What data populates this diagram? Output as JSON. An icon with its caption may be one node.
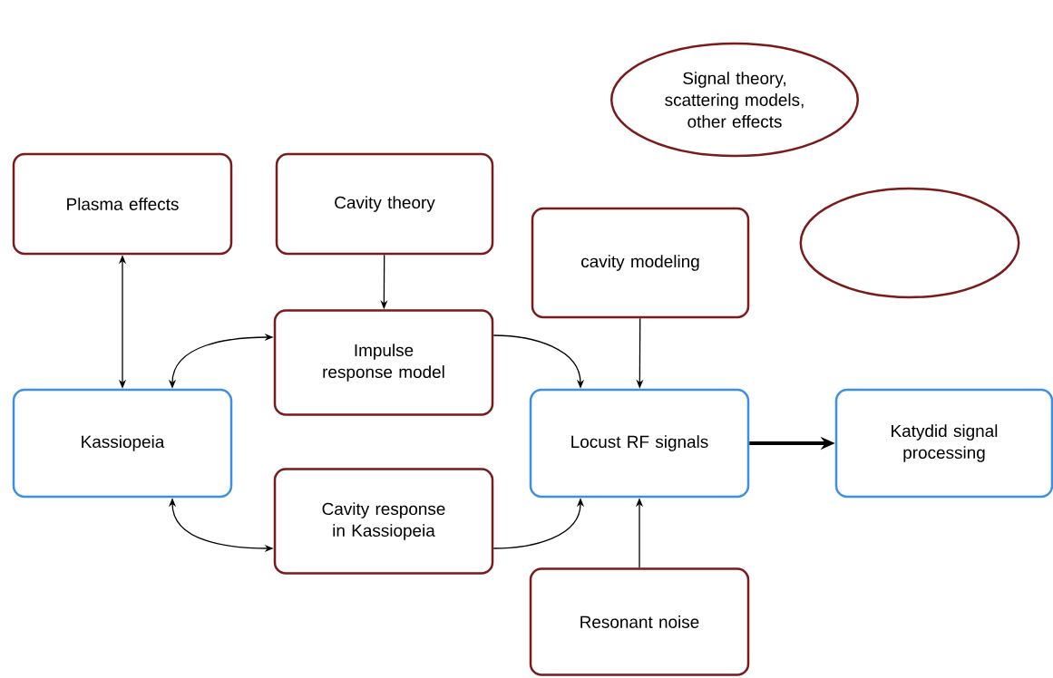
{
  "diagram": {
    "nodes": [
      {
        "text": [
          "Signal theory, scattering models, other effects"
        ]
      },
      {
        "text": [
          "Plasma effects"
        ]
      },
      {
        "text": [
          "Cavity theory"
        ]
      },
      {
        "text": [
          "cavity modeling"
        ]
      },
      {
        "text": [],
        "shape": "ellipse"
      },
      {
        "text": [
          "Impulse response model"
        ]
      },
      {
        "text": [
          "Kassiopeia"
        ]
      },
      {
        "text": [
          "Locust RF signals"
        ]
      },
      {
        "text": [
          "Katydid signal processing"
        ]
      },
      {
        "text": [
          "Cavity response in Kassiopeia"
        ]
      },
      {
        "text": [
          "Resonant noise"
        ]
      }
    ],
    "edges": [
      {
        "from": 1,
        "to": 6,
        "arrow": "both"
      },
      {
        "from": 2,
        "to": 5,
        "arrow": "to"
      },
      {
        "from": 3,
        "to": 7,
        "arrow": "to"
      },
      {
        "from": 6,
        "to": 5,
        "arrow": "both"
      },
      {
        "from": 5,
        "to": 7,
        "arrow": "to"
      },
      {
        "from": 6,
        "to": 9,
        "arrow": "both"
      },
      {
        "from": 9,
        "to": 7,
        "arrow": "to"
      },
      {
        "from": 10,
        "to": 7,
        "arrow": "to"
      },
      {
        "from": 7,
        "to": 8,
        "arrow": "to",
        "style": "thick"
      }
    ]
  }
}
